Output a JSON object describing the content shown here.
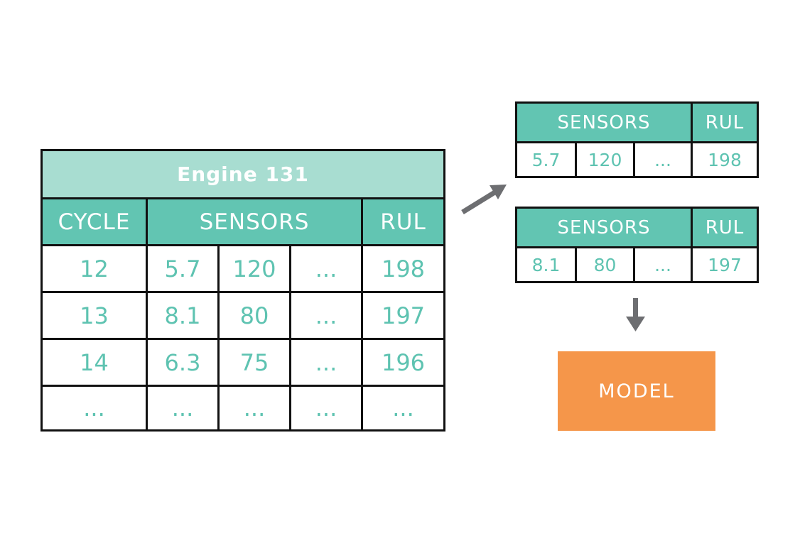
{
  "main_table": {
    "title": "Engine 131",
    "headers": {
      "cycle": "CYCLE",
      "sensors": "SENSORS",
      "rul": "RUL"
    },
    "rows": [
      [
        "12",
        "5.7",
        "120",
        "...",
        "198"
      ],
      [
        "13",
        "8.1",
        "80",
        "...",
        "197"
      ],
      [
        "14",
        "6.3",
        "75",
        "...",
        "196"
      ],
      [
        "...",
        "...",
        "...",
        "...",
        "..."
      ]
    ]
  },
  "sample_tables": [
    {
      "headers": {
        "sensors": "SENSORS",
        "rul": "RUL"
      },
      "row": [
        "5.7",
        "120",
        "...",
        "198"
      ]
    },
    {
      "headers": {
        "sensors": "SENSORS",
        "rul": "RUL"
      },
      "row": [
        "8.1",
        "80",
        "...",
        "197"
      ]
    }
  ],
  "model": {
    "label": "MODEL"
  },
  "colors": {
    "title_bg": "#a8ddd1",
    "header_bg": "#62c5b2",
    "value_text": "#5ec3b1",
    "model_bg": "#f5964a",
    "arrow": "#6d6e71",
    "border": "#111111"
  }
}
